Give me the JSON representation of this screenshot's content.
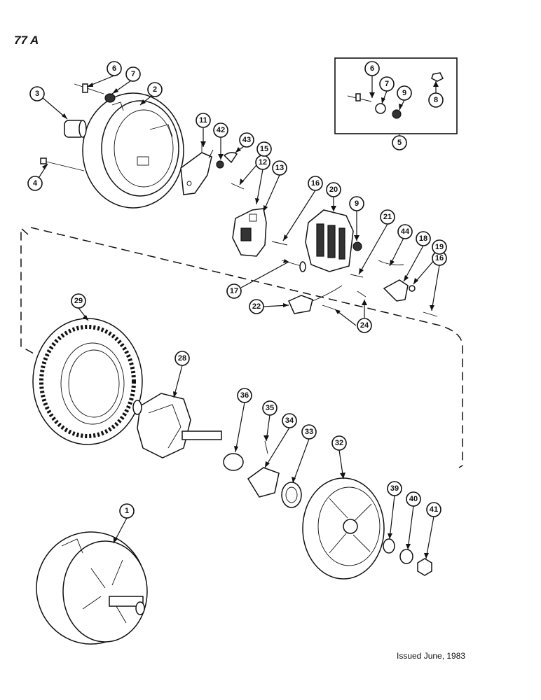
{
  "page_number": "77 A",
  "issued": "Issued June, 1983",
  "callouts": {
    "c1": "1",
    "c2": "2",
    "c3": "3",
    "c4": "4",
    "c5": "5",
    "c6": "6",
    "c6b": "6",
    "c7": "7",
    "c7b": "7",
    "c8": "8",
    "c9": "9",
    "c9b": "9",
    "c11": "11",
    "c12": "12",
    "c13": "13",
    "c15": "15",
    "c16": "16",
    "c16b": "16",
    "c17": "17",
    "c18": "18",
    "c19": "19",
    "c20": "20",
    "c21": "21",
    "c22": "22",
    "c24": "24",
    "c28": "28",
    "c29": "29",
    "c32": "32",
    "c33": "33",
    "c34": "34",
    "c35": "35",
    "c36": "36",
    "c39": "39",
    "c40": "40",
    "c41": "41",
    "c42": "42",
    "c43": "43",
    "c44": "44"
  }
}
